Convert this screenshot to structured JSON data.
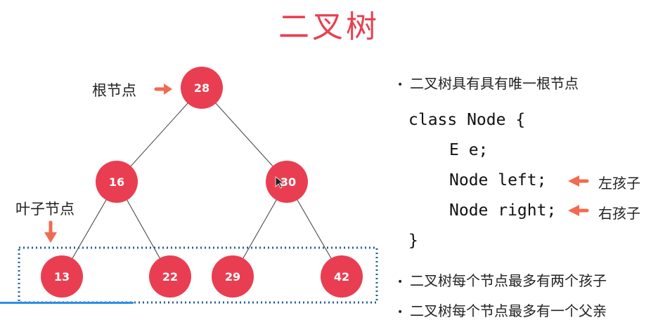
{
  "title": "二叉树",
  "labels": {
    "root": "根节点",
    "leaf": "叶子节点"
  },
  "tree": {
    "nodes": [
      {
        "id": "n28",
        "value": "28"
      },
      {
        "id": "n16",
        "value": "16"
      },
      {
        "id": "n30",
        "value": "30"
      },
      {
        "id": "n13",
        "value": "13"
      },
      {
        "id": "n22",
        "value": "22"
      },
      {
        "id": "n29",
        "value": "29"
      },
      {
        "id": "n42",
        "value": "42"
      }
    ]
  },
  "bullets": {
    "b1": "二叉树具有具有唯一根节点",
    "b2": "二叉树每个节点最多有两个孩子",
    "b3": "二叉树每个节点最多有一个父亲"
  },
  "code": {
    "line1": "class Node {",
    "line2": "E e;",
    "line3": "Node left;",
    "line4": "Node right;",
    "line5": "}"
  },
  "annotations": {
    "left": "左孩子",
    "right": "右孩子"
  },
  "colors": {
    "node": "#e93e51",
    "accent": "#e8404f",
    "dotted_box": "#1f5f9e"
  }
}
